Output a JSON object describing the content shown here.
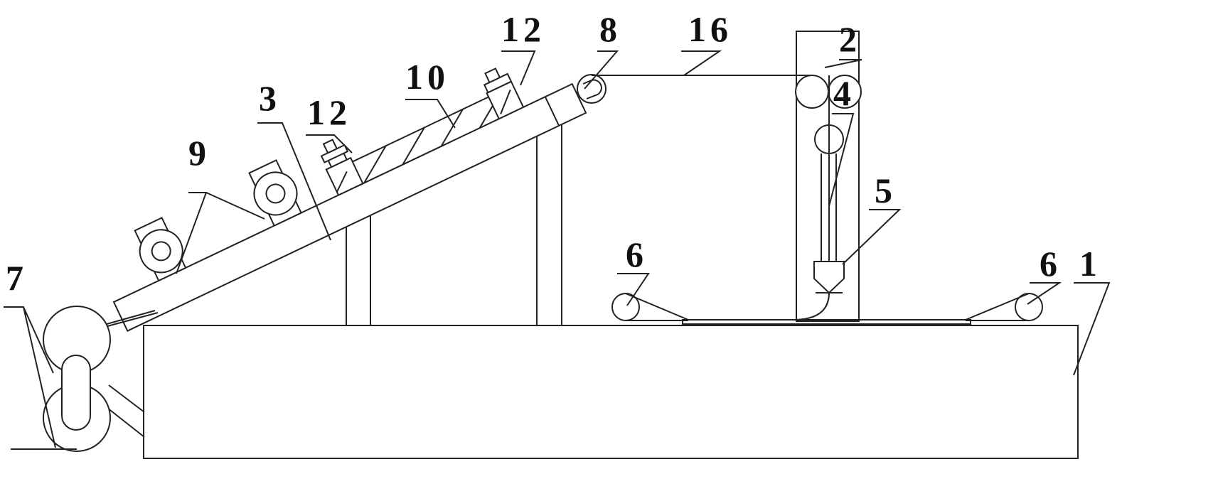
{
  "labels": {
    "base": "1",
    "tower": "2",
    "incline": "3",
    "rod": "4",
    "nozzle": "5",
    "roller_left": "6",
    "roller_right": "6",
    "wheels": "7",
    "pulley": "8",
    "motors": "9",
    "cylinder": "10",
    "clamp_left": "12",
    "clamp_right": "12",
    "wire": "16"
  }
}
